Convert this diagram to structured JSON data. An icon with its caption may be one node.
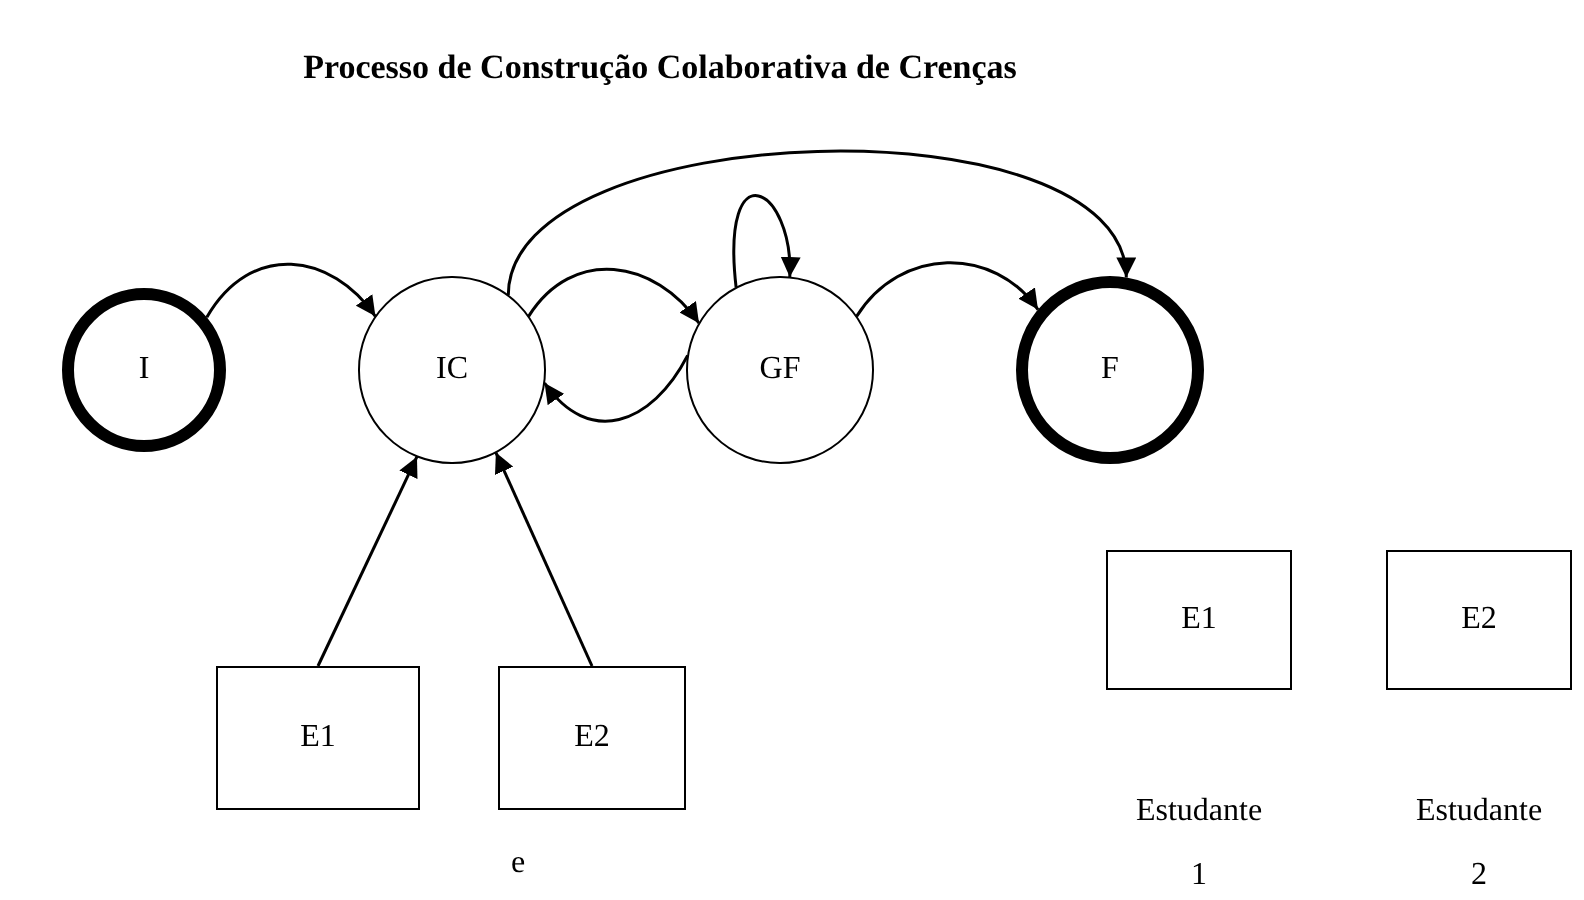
{
  "diagram": {
    "title": "Processo de Construção Colaborativa de Crenças",
    "nodes": [
      {
        "text": [
          "I"
        ]
      },
      {
        "text": [
          "IC"
        ]
      },
      {
        "text": [
          "GF"
        ]
      },
      {
        "text": [
          "F"
        ]
      },
      {
        "text": [
          "E1"
        ]
      },
      {
        "text": [
          "E2"
        ]
      },
      {
        "text": [
          "E1"
        ],
        "beside": [
          "Estudante",
          "1"
        ]
      },
      {
        "text": [
          "E2"
        ],
        "beside": [
          "Estudante",
          "2"
        ]
      }
    ],
    "edges": [
      {
        "from": 0,
        "to": 1,
        "arrow": "to"
      },
      {
        "from": 1,
        "to": 2,
        "arrow": "to"
      },
      {
        "from": 2,
        "to": 1,
        "arrow": "to"
      },
      {
        "from": 2,
        "to": 2,
        "arrow": "to"
      },
      {
        "from": 2,
        "to": 3,
        "arrow": "to"
      },
      {
        "from": 1,
        "to": 3,
        "arrow": "to"
      },
      {
        "from": 4,
        "to": 1,
        "arrow": "to"
      },
      {
        "from": 5,
        "to": 1,
        "arrow": "to"
      }
    ],
    "labels": [
      "e"
    ]
  }
}
